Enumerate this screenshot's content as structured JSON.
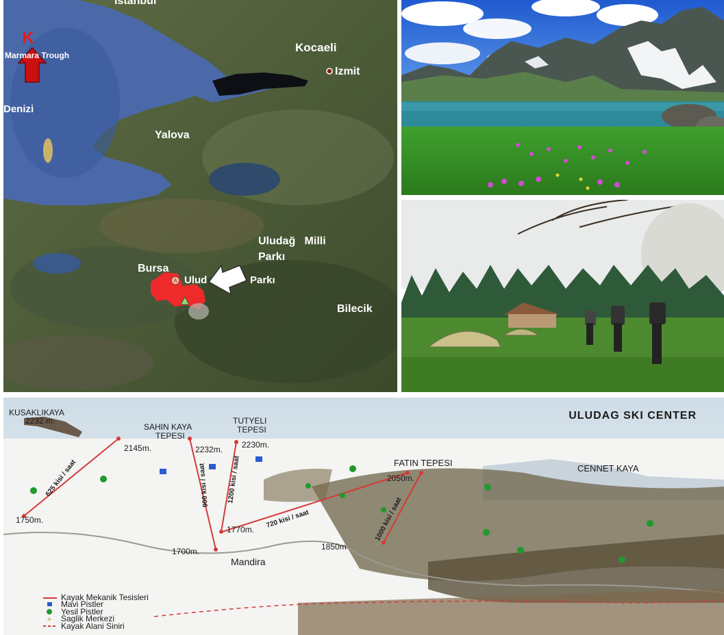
{
  "map": {
    "north_letter": "K",
    "labels": {
      "istanbul": "Istanbul",
      "trough": "Marmara Trough",
      "denizi": "Denizi",
      "kocaeli": "Kocaeli",
      "izmit": "Izmit",
      "yalova": "Yalova",
      "bursa": "Bursa",
      "park_title_1": "Uludağ   Milli",
      "park_title_2": "Parkı",
      "park_inline_1": "Ulud",
      "park_inline_2": "Parkı",
      "bilecik": "Bilecik",
      "marker_a": "A"
    },
    "colors": {
      "arrow": "#cc1010",
      "park_area": "#ee2a2a",
      "sea": "#4f6fae"
    }
  },
  "ski_map": {
    "title": "ULUDAG SKI CENTER",
    "peaks": {
      "kusaklikaya": "KUSAKLIKAYA",
      "kusaklikaya_alt": "2232 m.",
      "sahin_kaya_1": "SAHIN KAYA",
      "sahin_kaya_2": "TEPESI",
      "tutyeli_1": "TUTYELI",
      "tutyeli_2": "TEPESI",
      "fatin": "FATIN TEPESI",
      "cennet": "CENNET KAYA"
    },
    "altitudes": {
      "a2145": "2145m.",
      "a2232": "2232m.",
      "a2230": "2230m.",
      "a2050": "2050m.",
      "a1750": "1750m.",
      "a1770": "1770m.",
      "a1700": "1700m.",
      "a1850": "1850m",
      "mandira": "Mandira"
    },
    "lift_labels": {
      "l625": "625 kisi / saat",
      "l900": "900 kisi / saat",
      "l1200": "1200 kisi / saat",
      "l720": "720 kisi / saat",
      "l1000": "1000 kisi / saat"
    },
    "legend": [
      {
        "label": "Kayak Mekanik Tesisleri",
        "symbol": "line-red",
        "color": "#d43a3a"
      },
      {
        "label": "Mavi Pistler",
        "symbol": "square-blue",
        "color": "#2a5bd0"
      },
      {
        "label": "Yesil Pistler",
        "symbol": "dot-green",
        "color": "#1f9a2e"
      },
      {
        "label": "Saglik Merkezi",
        "symbol": "plus",
        "color": "#c79a2a"
      },
      {
        "label": "Kayak Alani Siniri",
        "symbol": "dash-red",
        "color": "#d43a3a"
      }
    ]
  }
}
